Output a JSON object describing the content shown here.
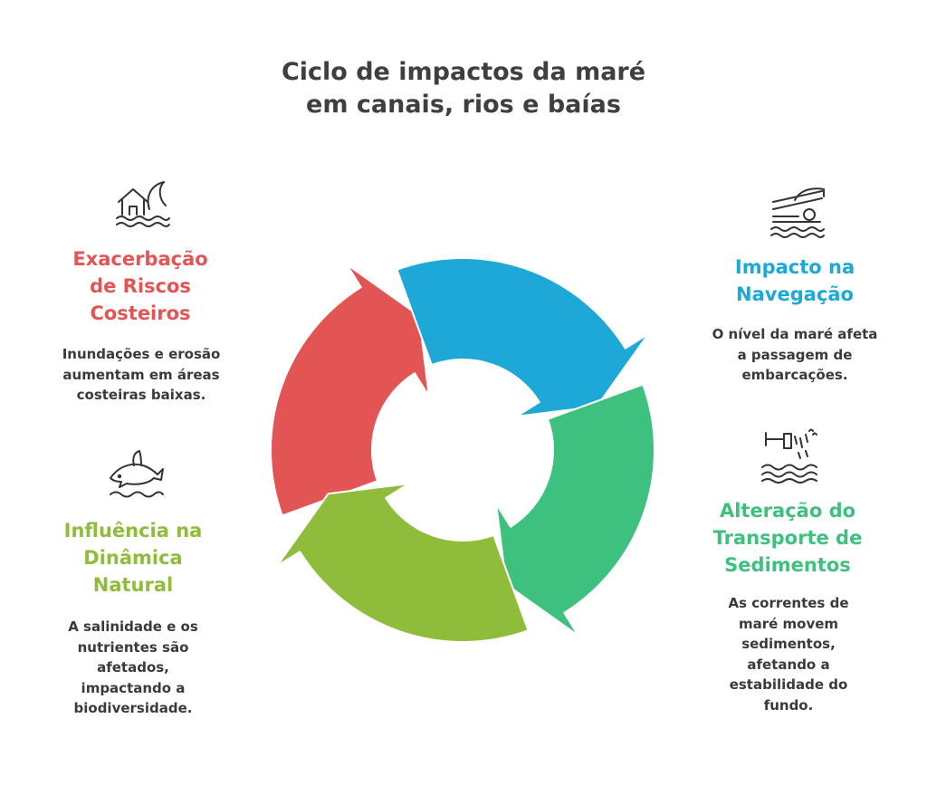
{
  "title": [
    "Ciclo de impactos da maré",
    "em canais, rios e baías"
  ],
  "colors": {
    "red": "#e35555",
    "blue": "#1ea8d8",
    "green": "#3ec07f",
    "lime": "#8fbd3b",
    "text": "#3a3a3a"
  },
  "items": [
    {
      "id": "coastal-risks",
      "icon": "flooded-house-wave-icon",
      "color": "#e35555",
      "title": [
        "Exacerbação",
        "de Riscos",
        "Costeiros"
      ],
      "description": [
        "Inundações e erosão",
        "aumentam em áreas",
        "costeiras baixas."
      ]
    },
    {
      "id": "navigation",
      "icon": "boat-ramp-icon",
      "color": "#1ea8d8",
      "title": [
        "Impacto na",
        "Navegação"
      ],
      "description": [
        "O nível da maré afeta",
        "a passagem de",
        "embarcações."
      ]
    },
    {
      "id": "sediment-transport",
      "icon": "sediment-pipe-icon",
      "color": "#3ec07f",
      "title": [
        "Alteração do",
        "Transporte de",
        "Sedimentos"
      ],
      "description": [
        "As correntes de",
        "maré movem",
        "sedimentos,",
        "afetando a",
        "estabilidade do",
        "fundo."
      ]
    },
    {
      "id": "natural-dynamics",
      "icon": "dolphin-icon",
      "color": "#8fbd3b",
      "title": [
        "Influência na",
        "Dinâmica",
        "Natural"
      ],
      "description": [
        "A salinidade e os",
        "nutrientes são",
        "afetados,",
        "impactando a",
        "biodiversidade."
      ]
    }
  ]
}
